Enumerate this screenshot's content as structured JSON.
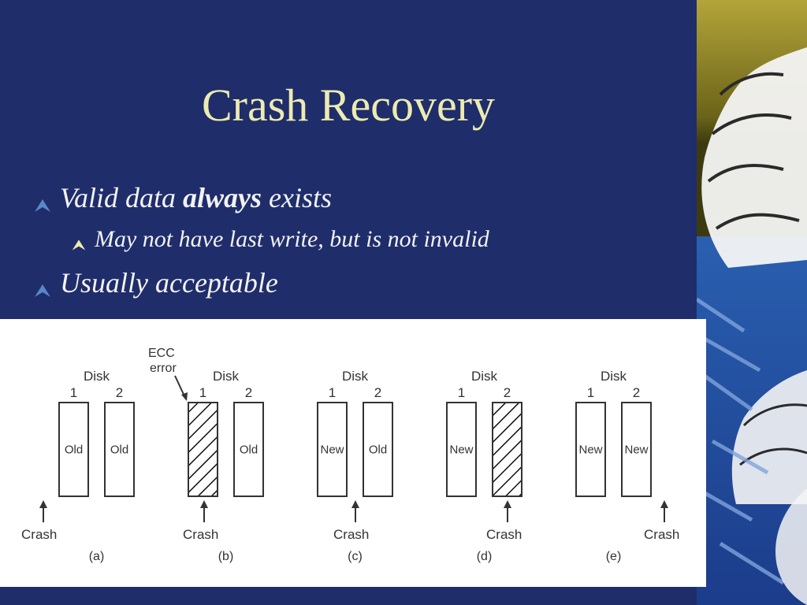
{
  "slide": {
    "title": "Crash Recovery",
    "bullets": [
      {
        "pre": "Valid data ",
        "bold": "always",
        "post": " exists"
      },
      {
        "text": "May not have last write, but is not invalid"
      },
      {
        "text": "Usually acceptable"
      }
    ]
  },
  "figure": {
    "disk_label": "Disk",
    "disk_numbers": [
      "1",
      "2"
    ],
    "crash_label": "Crash",
    "ecc_label_line1": "ECC",
    "ecc_label_line2": "error",
    "panels": [
      {
        "caption": "(a)",
        "disk1": "Old",
        "disk2": "Old"
      },
      {
        "caption": "(b)",
        "disk1": "",
        "disk2": "Old"
      },
      {
        "caption": "(c)",
        "disk1": "New",
        "disk2": "Old"
      },
      {
        "caption": "(d)",
        "disk1": "New",
        "disk2": ""
      },
      {
        "caption": "(e)",
        "disk1": "New",
        "disk2": "New"
      }
    ]
  },
  "colors": {
    "background": "#1f2d6b",
    "title": "#ecebb0",
    "bullet_text": "#f2f2f2",
    "bullet_marker": "#5b86c9"
  }
}
